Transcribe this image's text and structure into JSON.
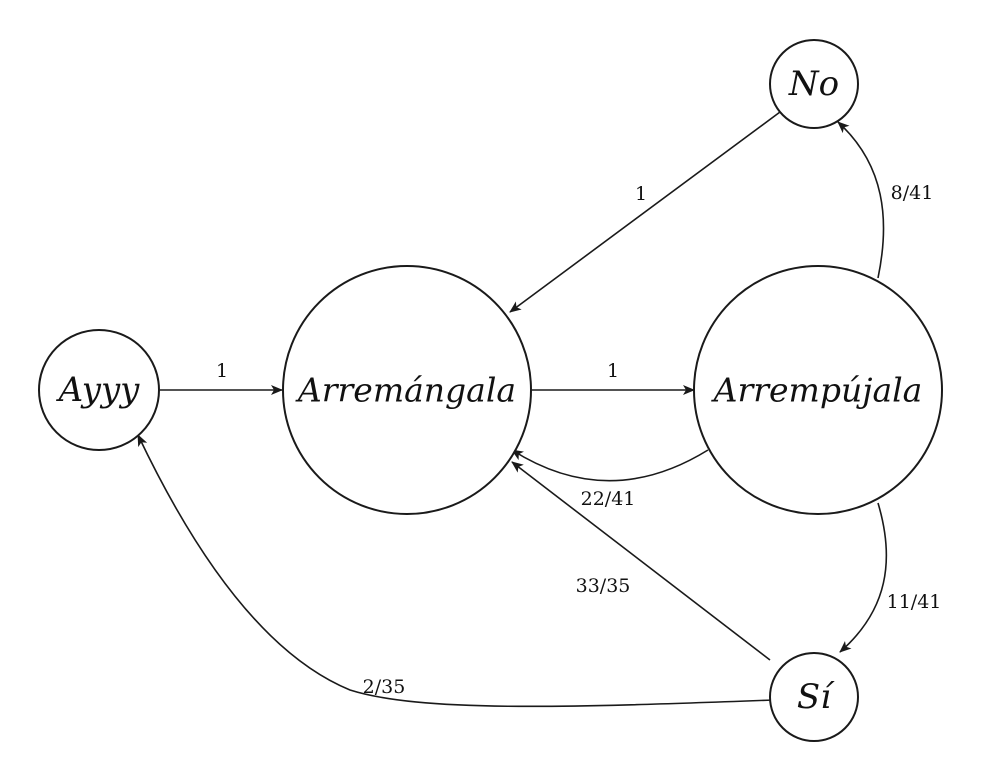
{
  "nodes": {
    "ayyy": "Ayyy",
    "arremangala": "Arremángala",
    "arrempujala": "Arrempújala",
    "no": "No",
    "si": "Sí"
  },
  "edges": {
    "ayyy_to_arremangala": "1",
    "arremangala_to_arrempujala": "1",
    "no_to_arremangala": "1",
    "arrempujala_to_no": "8/41",
    "arrempujala_to_arremangala": "22/41",
    "arrempujala_to_si": "11/41",
    "si_to_arremangala": "33/35",
    "si_to_ayyy": "2/35"
  },
  "colors": {
    "stroke": "#1a1a1a",
    "background": "#ffffff"
  }
}
